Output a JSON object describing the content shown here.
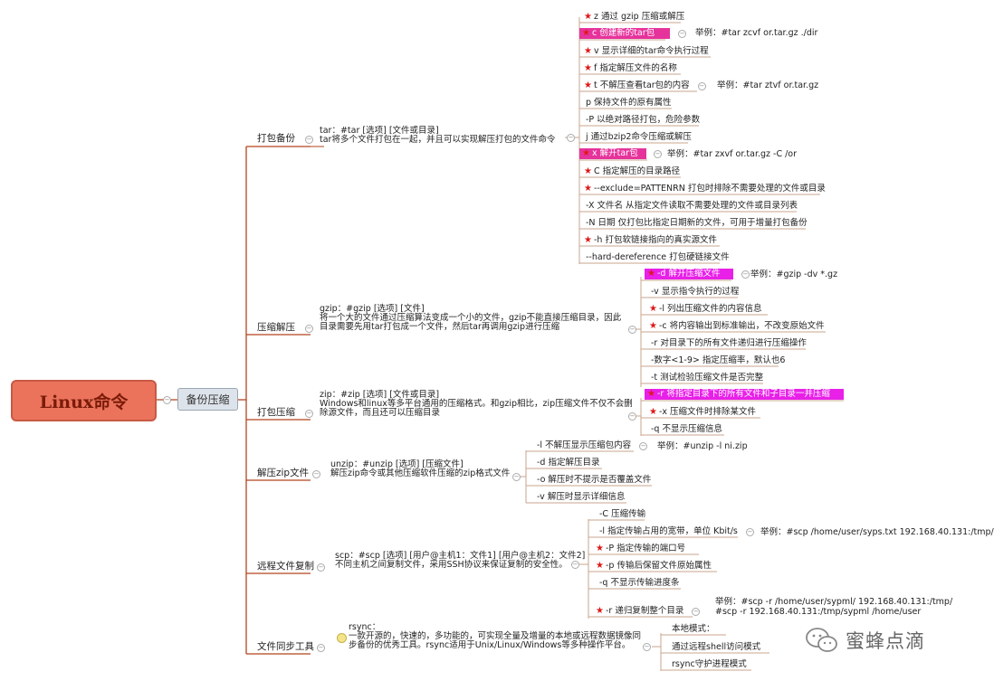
{
  "root": "Linux命令",
  "sub": "备份压缩",
  "branches": [
    {
      "label": "打包备份",
      "desc1": "tar：#tar [选项] [文件或目录]",
      "desc2": "tar将多个文件打包在一起，并且可以实现解压打包的文件命令"
    },
    {
      "label": "压缩解压",
      "desc1": "gzip：#gzip [选项] [文件]",
      "desc2": "将一个大的文件通过压缩算法变成一个小的文件，gzip不能直接压缩目录，因此",
      "desc3": "目录需要先用tar打包成一个文件，然后tar再调用gzip进行压缩"
    },
    {
      "label": "打包压缩",
      "desc1": "zip：#zip [选项] [文件或目录]",
      "desc2": "Windows和linux等多平台通用的压缩格式。和gzip相比，zip压缩文件不仅不会删",
      "desc3": "除源文件，而且还可以压缩目录"
    },
    {
      "label": "解压zip文件",
      "desc1": "unzip：#unzip [选项] [压缩文件]",
      "desc2": "解压zip命令或其他压缩软件压缩的zip格式文件"
    },
    {
      "label": "远程文件复制",
      "desc1": "scp：#scp [选项] [用户@主机1：文件1] [用户@主机2：文件2]",
      "desc2": "不同主机之间复制文件，采用SSH协议来保证复制的安全性。"
    },
    {
      "label": "文件同步工具",
      "desc1": "rsync：",
      "desc2": "一款开源的，快速的，多功能的，可实现全量及增量的本地或远程数据镜像同",
      "desc3": "步备份的优秀工具。rsync适用于Unix/Linux/Windows等多种操作平台。"
    }
  ],
  "tar_opts": [
    "z 通过 gzip 压缩或解压",
    "c 创建新的tar包",
    "v 显示详细的tar命令执行过程",
    "f 指定解压文件的名称",
    "t 不解压查看tar包的内容",
    "p 保持文件的原有属性",
    "-P 以绝对路径打包，危险参数",
    "j 通过bzip2命令压缩或解压",
    "x 解开tar包",
    "C 指定解压的目录路径",
    "--exclude=PATTENRN 打包时排除不需要处理的文件或目录",
    "-X 文件名 从指定文件读取不需要处理的文件或目录列表",
    "-N 日期 仅打包比指定日期新的文件，可用于增量打包备份",
    "-h 打包软链接指向的真实源文件",
    "--hard-dereference 打包硬链接文件"
  ],
  "tar_examples": {
    "c": "举例：#tar zcvf or.tar.gz ./dir",
    "t": "举例：#tar ztvf or.tar.gz",
    "x": "举例：#tar zxvf or.tar.gz -C /or"
  },
  "gzip_opts": [
    "-d 解开压缩文件",
    "-v 显示指令执行的过程",
    "-l 列出压缩文件的内容信息",
    "-c 将内容输出到标准输出，不改变原始文件",
    "-r 对目录下的所有文件递归进行压缩操作",
    "-数字<1-9> 指定压缩率，默认也6",
    "-t 测试检验压缩文件是否完整"
  ],
  "gzip_example": "举例：#gzip -dv *.gz",
  "zip_opts": [
    "-r 将指定目录下的所有文件和子目录一并压缩",
    "-x 压缩文件时排除某文件",
    "-q 不显示压缩信息"
  ],
  "unzip_opts": [
    "-l 不解压显示压缩包内容",
    "-d 指定解压目录",
    "-o 解压时不提示是否覆盖文件",
    "-v 解压时显示详细信息"
  ],
  "unzip_example": "举例：#unzip -l ni.zip",
  "scp_opts": [
    "-C 压缩传输",
    "-l 指定传输占用的宽带，单位 Kbit/s",
    "-P 指定传输的端口号",
    "-p 传输后保留文件原始属性",
    "-q 不显示传输进度条",
    "-r 递归复制整个目录"
  ],
  "scp_examples": {
    "l": "举例：#scp /home/user/syps.txt 192.168.40.131:/tmp/",
    "r1": "举例：#scp -r /home/user/sypml/ 192.168.40.131:/tmp/",
    "r2": "#scp -r 192.168.40.131:/tmp/sypml /home/user"
  },
  "rsync_opts": [
    "本地模式：",
    "通过远程shell访问模式",
    "rsync守护进程模式"
  ],
  "watermark": "蜜蜂点滴",
  "icons": {
    "star": "star-icon",
    "collapse": "collapse-icon",
    "watermark": "wechat-icon",
    "note": "note-icon"
  },
  "colors": {
    "root_fill": "#eb735c",
    "line": "#b2451f",
    "star": "#e01818",
    "highlight_pink": "#e6339c",
    "highlight_magenta": "#e820e8"
  }
}
